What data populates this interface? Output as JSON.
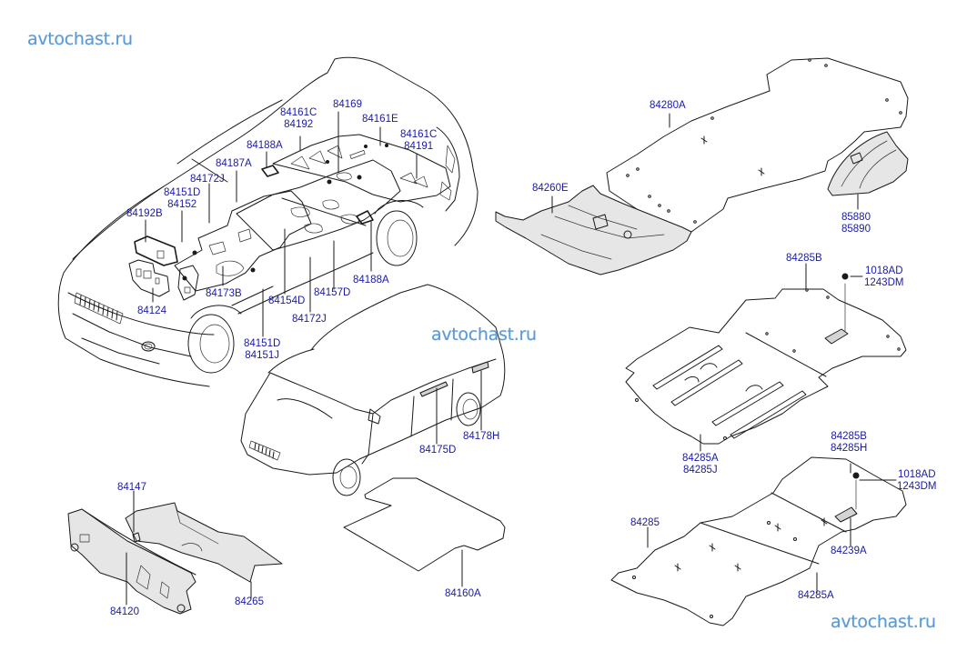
{
  "diagram": {
    "type": "exploded parts diagram",
    "subject": "floor carpet / insulation pads",
    "label_color": "#1a1aa8",
    "watermark_color": "#5b9ad6"
  },
  "watermarks": [
    "avtochast.ru",
    "avtochast.ru",
    "avtochast.ru"
  ],
  "callouts": {
    "c84161C_84192": [
      "84161C",
      "84192"
    ],
    "c84169": [
      "84169"
    ],
    "c84161E": [
      "84161E"
    ],
    "c84161C_84191": [
      "84161C",
      "84191"
    ],
    "c84188A_top": [
      "84188A"
    ],
    "c84187A": [
      "84187A"
    ],
    "c84172J_top": [
      "84172J"
    ],
    "c84151D_84152": [
      "84151D",
      "84152"
    ],
    "c84192B": [
      "84192B"
    ],
    "c84124": [
      "84124"
    ],
    "c84173B": [
      "84173B"
    ],
    "c84154D": [
      "84154D"
    ],
    "c84157D": [
      "84157D"
    ],
    "c84188A_right": [
      "84188A"
    ],
    "c84172J_bottom": [
      "84172J"
    ],
    "c84151D_84151J": [
      "84151D",
      "84151J"
    ],
    "c84175D": [
      "84175D"
    ],
    "c84178H": [
      "84178H"
    ],
    "c84147": [
      "84147"
    ],
    "c84120": [
      "84120"
    ],
    "c84265": [
      "84265"
    ],
    "c84160A": [
      "84160A"
    ],
    "c84280A": [
      "84280A"
    ],
    "c84260E": [
      "84260E"
    ],
    "c85880_85890": [
      "85880",
      "85890"
    ],
    "c84285B": [
      "84285B"
    ],
    "c1018AD_1243DM_a": [
      "1018AD",
      "1243DM"
    ],
    "c84285A_84285J": [
      "84285A",
      "84285J"
    ],
    "c84285B_84285H": [
      "84285B",
      "84285H"
    ],
    "c1018AD_1243DM_b": [
      "1018AD",
      "1243DM"
    ],
    "c84285": [
      "84285"
    ],
    "c84239A": [
      "84239A"
    ],
    "c84285A": [
      "84285A"
    ]
  }
}
